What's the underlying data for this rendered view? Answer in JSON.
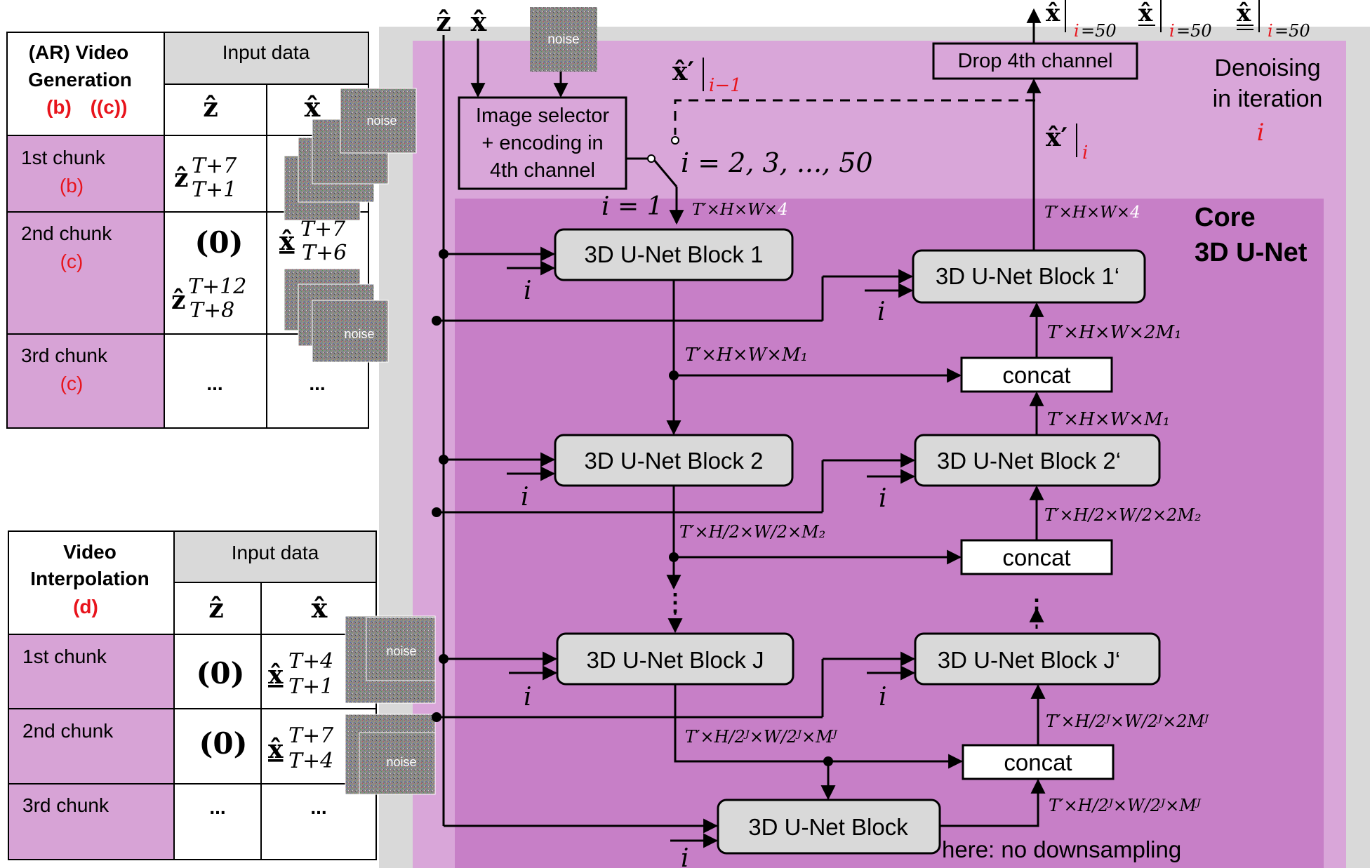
{
  "colors": {
    "outer_gray": "#d9d9d9",
    "light_purple": "#d9a6d9",
    "mid_purple": "#c77fc7",
    "table_purple": "#d7a3d6",
    "block_fill": "#d9d9d9",
    "white": "#ffffff",
    "red": "#e8141c",
    "black": "#000000"
  },
  "inputs": {
    "z_hat": "ẑ",
    "x_hat": "x̂",
    "noise": "noise"
  },
  "outputs": {
    "x_hat": "x̂",
    "x_hat_bar": "x̂",
    "x_hat_underline": "x̂",
    "sub_i": "i",
    "sub_eq": "=50"
  },
  "selector": {
    "line1": "Image selector",
    "line2": "+ encoding in",
    "line3": "4th channel",
    "prev_label": "x̂′",
    "prev_sub": "i−1",
    "range": "i = 2, 3, ..., 50",
    "first": "i = 1"
  },
  "drop_box": "Drop 4th channel",
  "denoising": {
    "line1": "Denoising",
    "line2": "in iteration",
    "var": "i"
  },
  "core": {
    "line1": "Core",
    "line2": "3D U-Net"
  },
  "current": {
    "label": "x̂′",
    "sub": "i"
  },
  "blocks": {
    "b1": "3D U-Net Block 1",
    "b1p": "3D U-Net Block 1‘",
    "b2": "3D U-Net Block 2",
    "b2p": "3D U-Net Block 2‘",
    "bJ": "3D U-Net Block J",
    "bJp": "3D U-Net Block J‘",
    "bottom": "3D U-Net Block",
    "concat": "concat",
    "note": "here: no downsampling",
    "iter": "i",
    "dots": "⋮"
  },
  "dims": {
    "top_left": "T′×H×W×",
    "top_left_4": "4",
    "top_right": "T′×H×W×",
    "top_right_4": "4",
    "m1": "T′×H×W×M₁",
    "m1_2": "T′×H×W×2M₁",
    "m1_r": "T′×H×W×M₁",
    "m2": "T′×H/2×W/2×M₂",
    "m2_2": "T′×H/2×W/2×2M₂",
    "mJ": "T′×H/2ᴶ×W/2ᴶ×Mᴶ",
    "mJ_2": "T′×H/2ᴶ×W/2ᴶ×2Mᴶ",
    "mJ_r": "T′×H/2ᴶ×W/2ᴶ×Mᴶ"
  },
  "table_ar": {
    "title1": "(AR) Video",
    "title2": "Generation",
    "title_b": "(b)",
    "title_c": "((c))",
    "input_header": "Input data",
    "col_z": "ẑ",
    "col_x": "x̂",
    "rows": [
      {
        "label": "1st chunk",
        "tag": "(b)",
        "z": "ẑ",
        "z_sup": "T+7",
        "z_sub": "T+1"
      },
      {
        "label": "2nd chunk",
        "tag": "(c)",
        "z_zero": "(0)",
        "z": "ẑ",
        "z_sup": "T+12",
        "z_sub": "T+8",
        "x": "x̂",
        "x_sup": "T+7",
        "x_sub": "T+6"
      },
      {
        "label": "3rd chunk",
        "tag": "(c)",
        "z_dots": "...",
        "x_dots": "..."
      }
    ]
  },
  "table_interp": {
    "title1": "Video",
    "title2": "Interpolation",
    "title_d": "(d)",
    "input_header": "Input data",
    "col_z": "ẑ",
    "col_x": "x̂",
    "rows": [
      {
        "label": "1st chunk",
        "z": "(0)",
        "x": "x̂",
        "x_sup": "T+4",
        "x_sub": "T+1"
      },
      {
        "label": "2nd chunk",
        "z": "(0)",
        "x": "x̂",
        "x_sup": "T+7",
        "x_sub": "T+4"
      },
      {
        "label": "3rd chunk",
        "z": "...",
        "x": "..."
      }
    ]
  }
}
